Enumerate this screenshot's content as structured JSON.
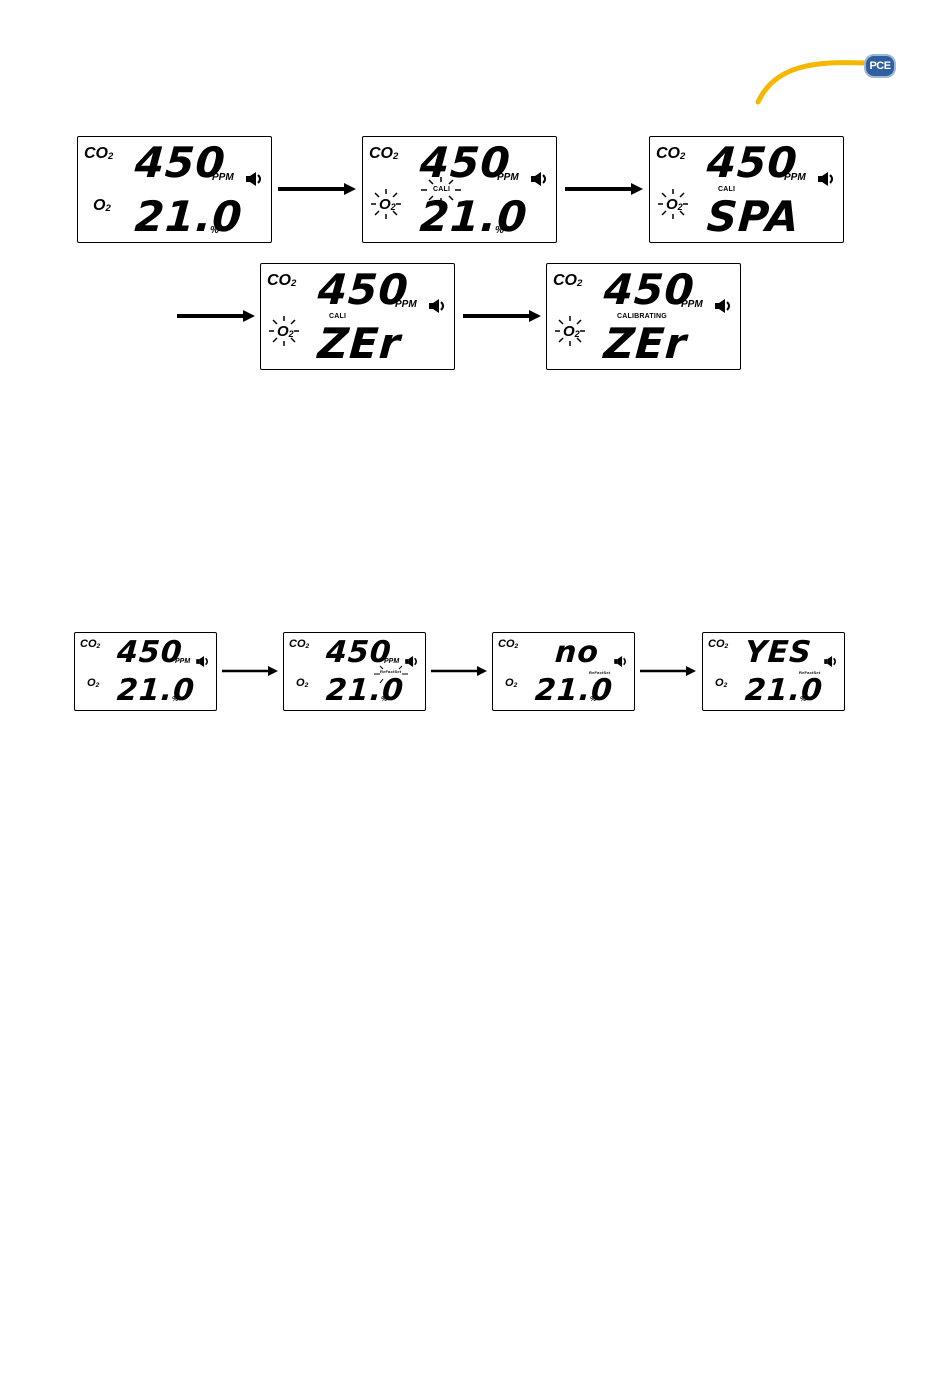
{
  "brand": {
    "logo_text": "PCE",
    "accent": "#f5b800",
    "badge_color": "#2f5f9f"
  },
  "labels": {
    "co2": "CO",
    "co2_sub": "2",
    "o2": "O",
    "o2_sub": "2",
    "ppm": "PPM",
    "pct": "%"
  },
  "row1": [
    {
      "top": "450",
      "bottom": "21.0",
      "tag": ""
    },
    {
      "top": "450",
      "bottom": "21.0",
      "tag": "CALI"
    },
    {
      "top": "450",
      "bottom": "SPA",
      "tag": "CALI"
    },
    {
      "top": "450",
      "bottom": "ZEr",
      "tag": "CALI"
    },
    {
      "top": "450",
      "bottom": "ZEr",
      "tag": "CALIBRATING"
    }
  ],
  "row2": [
    {
      "top": "450",
      "bottom": "21.0",
      "tag": ""
    },
    {
      "top": "450",
      "bottom": "21.0",
      "tag": "ReFactSet"
    },
    {
      "top": "no",
      "bottom": "21.0",
      "tag": "ReFactSet"
    },
    {
      "top": "YES",
      "bottom": "21.0",
      "tag": "ReFactSet"
    }
  ],
  "icons": {
    "speaker": "speaker-icon",
    "blink": "blink-sun-icon",
    "arrow": "arrow-right-icon"
  }
}
